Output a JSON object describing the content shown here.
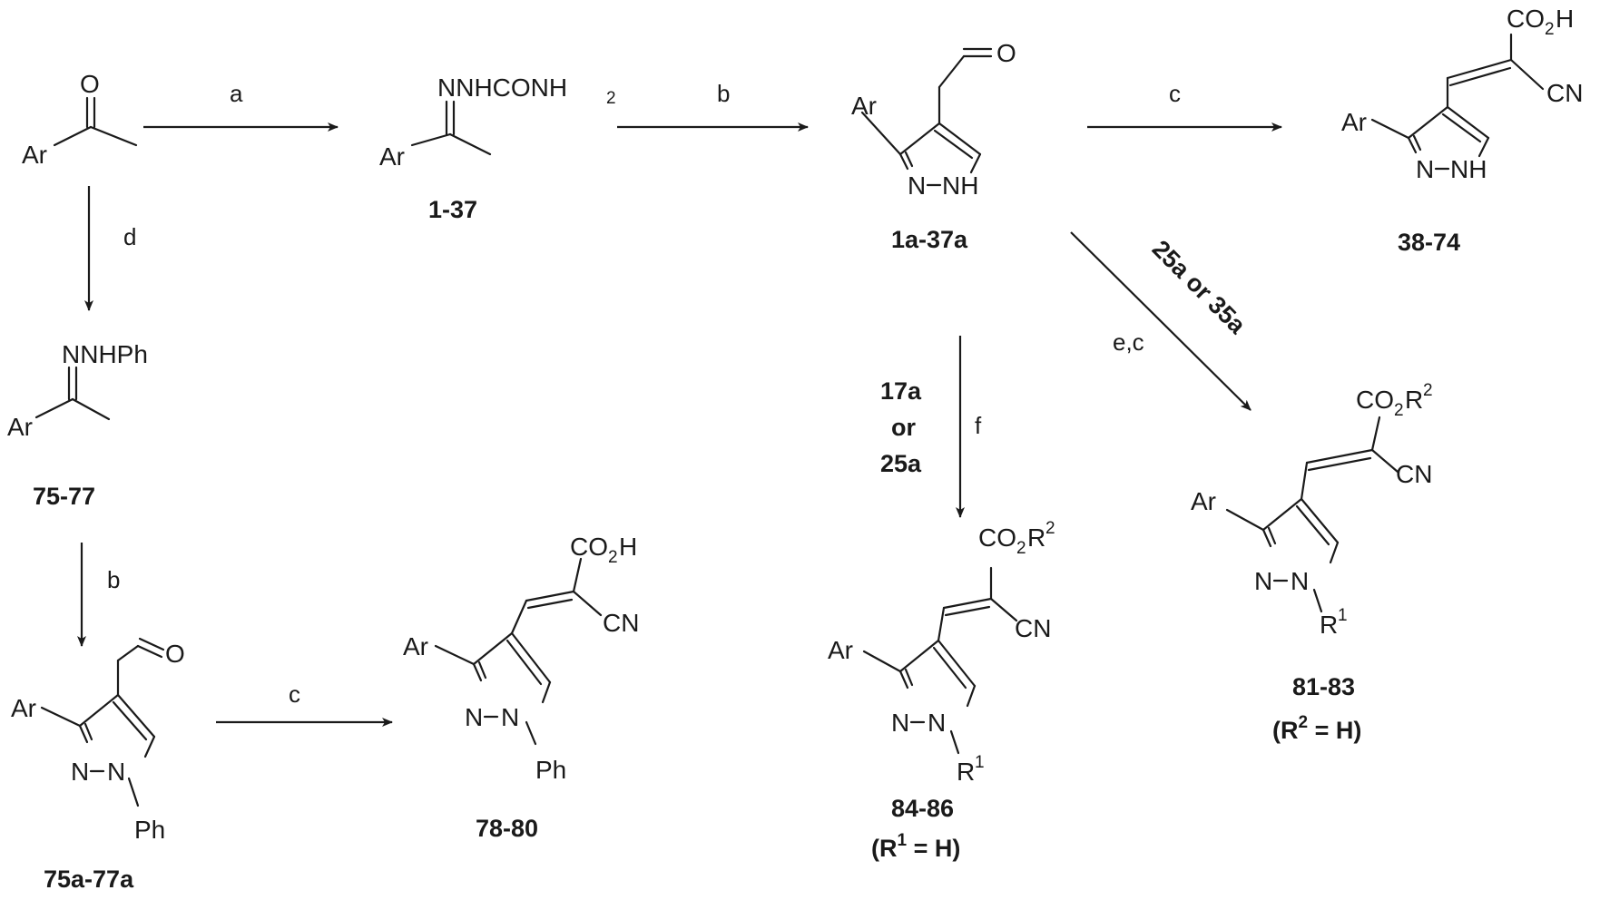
{
  "steps": {
    "a": "a",
    "b": "b",
    "c": "c",
    "d": "d",
    "b2": "b",
    "c2": "c",
    "f": "f",
    "ec": "e,c",
    "f_note_1": "17a",
    "f_note_2": "or",
    "f_note_3": "25a",
    "ec_note": "25a or 35a"
  },
  "atoms": {
    "ar": "Ar",
    "o": "O",
    "n": "N",
    "nh": "NH",
    "h": "H",
    "ph": "Ph",
    "cn": "CN",
    "co": "CO",
    "two": "2",
    "one": "1",
    "semicarbazone": "NNHCONH",
    "hydrazone": "NNHPh",
    "oh_h": "H",
    "r": "R"
  },
  "compounds": {
    "semicarbazones": "1-37",
    "pyrazole_aldehydes": "1a-37a",
    "acids_nh": "38-74",
    "phenylhydrazones": "75-77",
    "phenyl_aldehydes": "75a-77a",
    "acids_ph": "78-80",
    "esters_n_r": "81-83",
    "esters_n_r_note": "(R",
    "esters_n_r_note_end": " = H)",
    "esters_f": "84-86",
    "esters_f_note": "(R",
    "esters_f_note_end": " = H)"
  }
}
